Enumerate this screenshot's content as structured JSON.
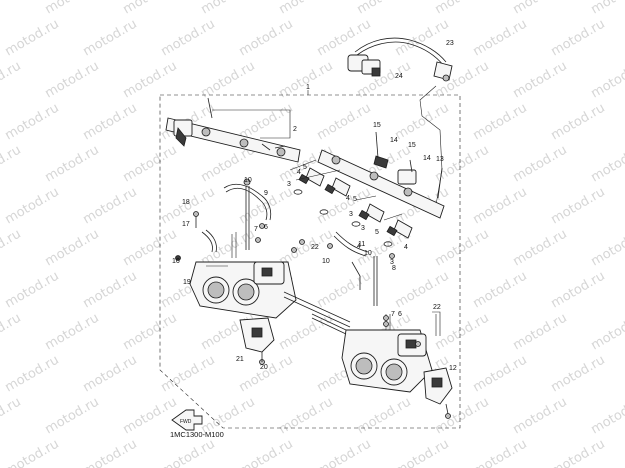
{
  "diagram": {
    "watermark": "motod.ru",
    "drawing_code": "1MC1300-M100",
    "callouts": [
      "1",
      "2",
      "3",
      "4",
      "5",
      "6",
      "7",
      "8",
      "9",
      "10",
      "11",
      "12",
      "13",
      "14",
      "15",
      "16",
      "17",
      "18",
      "19",
      "20",
      "21",
      "22",
      "23",
      "24"
    ],
    "colors": {
      "line": "#222222",
      "text": "#111111",
      "watermark": "#d6d6d6",
      "background": "#ffffff"
    },
    "icons": [
      "front-arrow-icon"
    ]
  }
}
